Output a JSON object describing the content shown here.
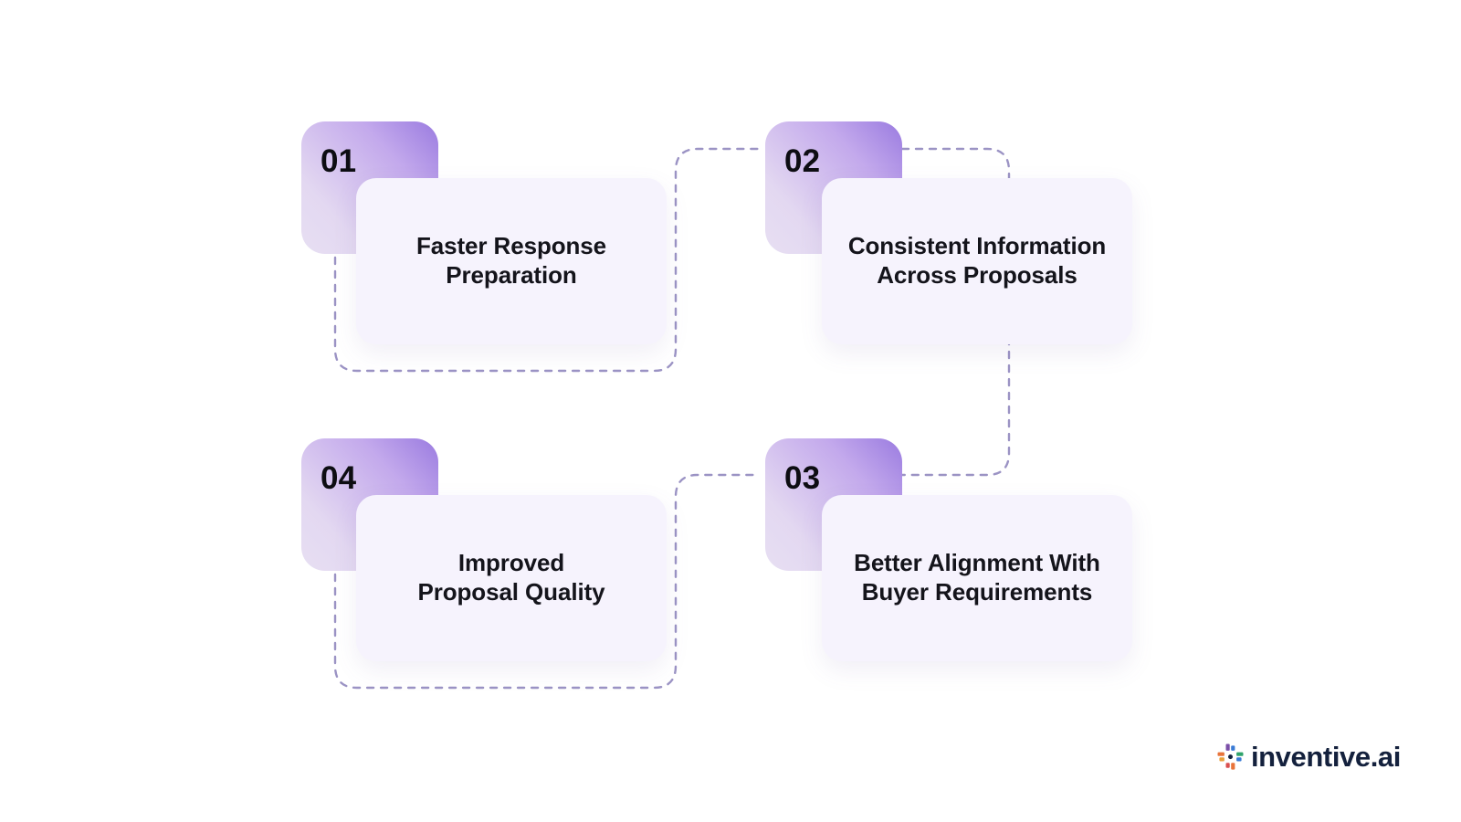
{
  "diagram": {
    "type": "process-steps",
    "background_color": "#ffffff",
    "accent_color": "#9a7be0",
    "card_color": "#f6f3fd",
    "connector_color": "#9b93c4",
    "steps": [
      {
        "id": "01",
        "number": "01",
        "label": "Faster Response\nPreparation"
      },
      {
        "id": "02",
        "number": "02",
        "label": "Consistent Information\nAcross Proposals"
      },
      {
        "id": "03",
        "number": "03",
        "label": "Better Alignment With\nBuyer Requirements"
      },
      {
        "id": "04",
        "number": "04",
        "label": "Improved\nProposal Quality"
      }
    ]
  },
  "logo": {
    "text": "inventive.ai",
    "mark_name": "inventive-pinwheel-icon",
    "text_color": "#14213d",
    "mark_colors": [
      "#e8743b",
      "#7b4fa8",
      "#2fa36b",
      "#3a7bd5",
      "#d94f4f",
      "#e9a13b"
    ]
  }
}
